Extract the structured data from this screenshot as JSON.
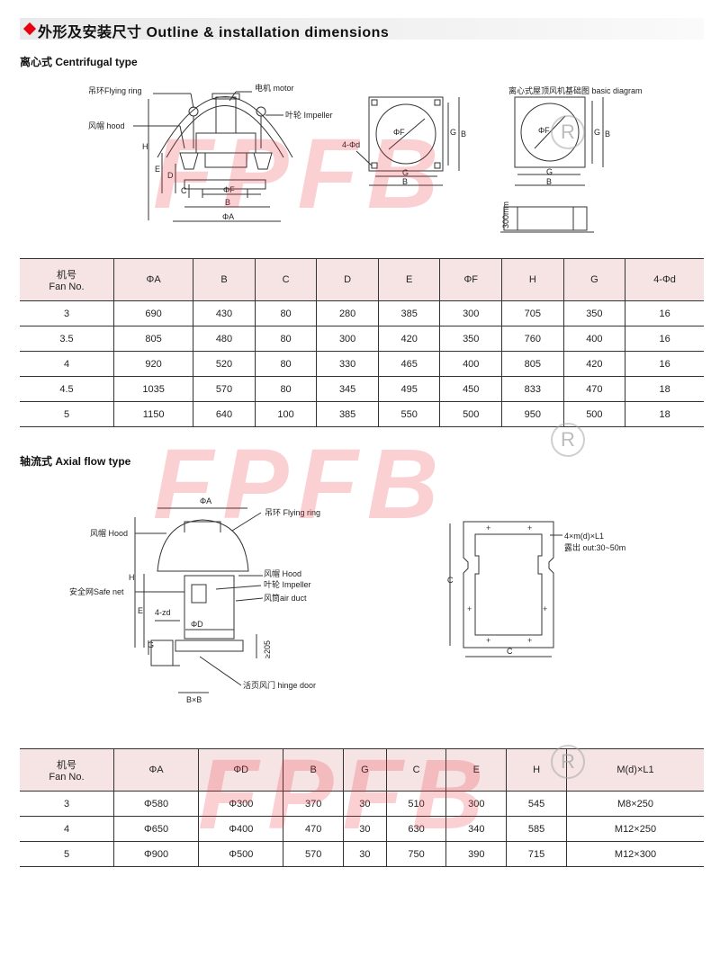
{
  "header": {
    "title": "外形及安装尺寸 Outline & installation dimensions"
  },
  "centrifugal": {
    "section_title": "离心式 Centrifugal type",
    "labels": {
      "flying_ring": "吊环Flying ring",
      "hood": "风帽 hood",
      "motor": "电机 motor",
      "impeller": "叶轮 Impeller",
      "basic_diagram": "离心式屋顶风机基础图  basic diagram",
      "four_phi_d": "4-Φd",
      "phi_f": "ΦF",
      "phi_a": "ΦA",
      "b": "B",
      "c": "C",
      "d": "D",
      "e": "E",
      "g": "G",
      "h": "H",
      "height_300": "300mm"
    },
    "table": {
      "headers": [
        "机号\nFan No.",
        "ΦA",
        "B",
        "C",
        "D",
        "E",
        "ΦF",
        "H",
        "G",
        "4-Φd"
      ],
      "rows": [
        [
          "3",
          "690",
          "430",
          "80",
          "280",
          "385",
          "300",
          "705",
          "350",
          "16"
        ],
        [
          "3.5",
          "805",
          "480",
          "80",
          "300",
          "420",
          "350",
          "760",
          "400",
          "16"
        ],
        [
          "4",
          "920",
          "520",
          "80",
          "330",
          "465",
          "400",
          "805",
          "420",
          "16"
        ],
        [
          "4.5",
          "1035",
          "570",
          "80",
          "345",
          "495",
          "450",
          "833",
          "470",
          "18"
        ],
        [
          "5",
          "1150",
          "640",
          "100",
          "385",
          "550",
          "500",
          "950",
          "500",
          "18"
        ]
      ]
    }
  },
  "axial": {
    "section_title": "轴流式 Axial flow type",
    "labels": {
      "phi_a": "ΦA",
      "flying_ring": "吊环  Flying ring",
      "hood_left": "风帽 Hood",
      "hood_right": "风帽 Hood",
      "impeller": "叶轮 Impeller",
      "air_duct": "风筒air duct",
      "safe_net": "安全网Safe net",
      "four_zd": "4-zd",
      "phi_d": "ΦD",
      "h": "H",
      "e": "E",
      "g": "G",
      "c": "C",
      "dim_205": "≥205",
      "bxb": "B×B",
      "hinge_door": "活页风门  hinge door",
      "bolt_spec": "4×m(d)×L1",
      "bolt_out": "露出 out:30~50m"
    },
    "table": {
      "headers": [
        "机号\nFan No.",
        "ΦA",
        "ΦD",
        "B",
        "G",
        "C",
        "E",
        "H",
        "M(d)×L1"
      ],
      "rows": [
        [
          "3",
          "Φ580",
          "Φ300",
          "370",
          "30",
          "510",
          "300",
          "545",
          "M8×250"
        ],
        [
          "4",
          "Φ650",
          "Φ400",
          "470",
          "30",
          "630",
          "340",
          "585",
          "M12×250"
        ],
        [
          "5",
          "Φ900",
          "Φ500",
          "570",
          "30",
          "750",
          "390",
          "715",
          "M12×300"
        ]
      ]
    }
  },
  "watermark": {
    "text": "FPFB",
    "registered": "R"
  }
}
